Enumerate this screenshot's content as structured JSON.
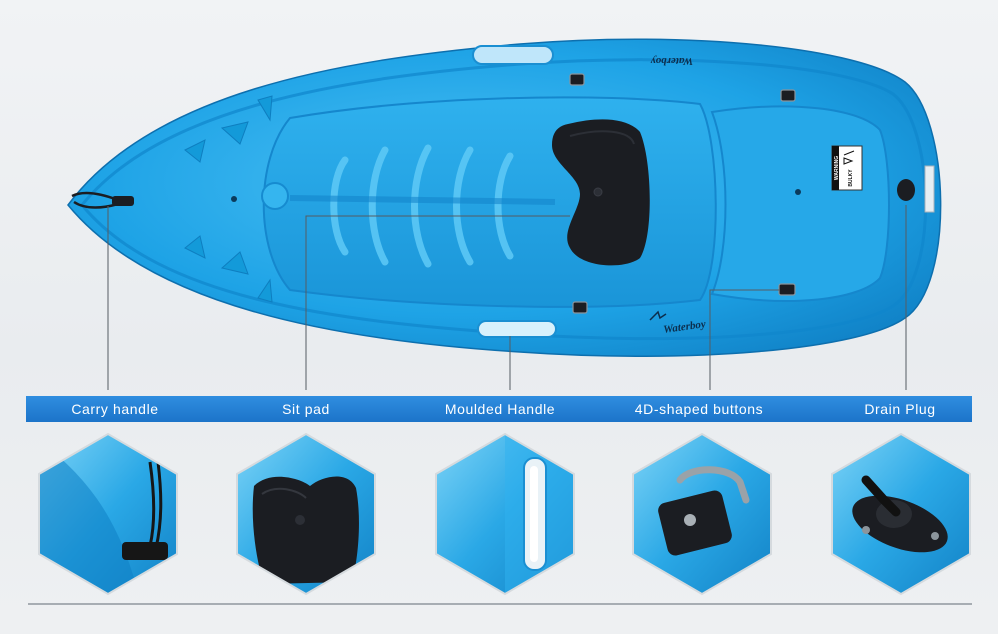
{
  "brand": {
    "logo_top": "Waterboy",
    "logo_bottom": "Waterboy"
  },
  "warning_label": {
    "title": "WARNING",
    "word": "BULKY"
  },
  "features": [
    {
      "label": "Carry handle",
      "icon": "carry-handle-photo"
    },
    {
      "label": "Sit pad",
      "icon": "sit-pad-photo"
    },
    {
      "label": "Moulded Handle",
      "icon": "moulded-handle-photo"
    },
    {
      "label": "4D-shaped buttons",
      "icon": "d-ring-photo"
    },
    {
      "label": "Drain Plug",
      "icon": "drain-plug-photo"
    }
  ],
  "colors": {
    "hull": "#1ea3e6",
    "bar": "#1c74c9",
    "pad": "#1b1d22"
  }
}
